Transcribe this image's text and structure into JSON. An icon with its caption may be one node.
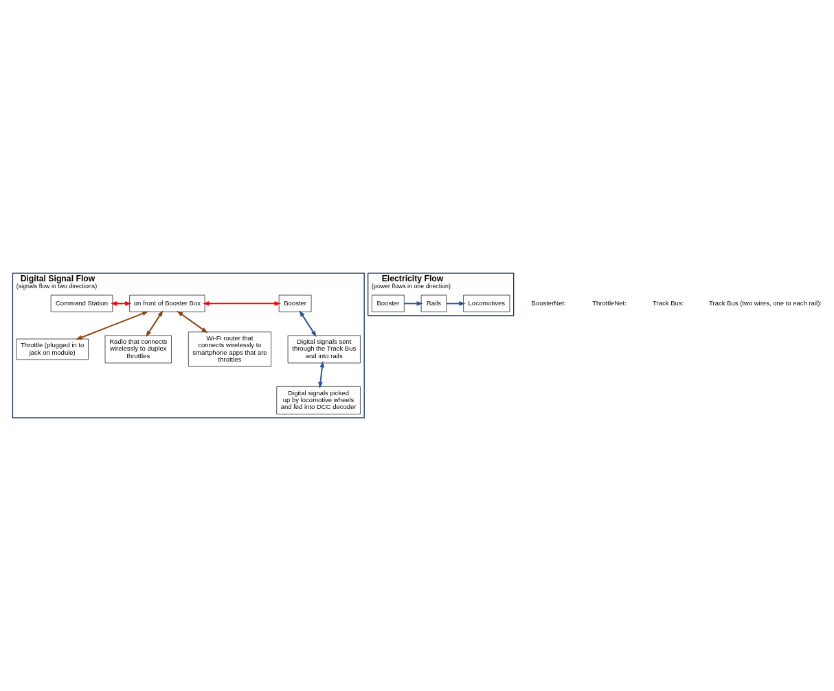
{
  "diagram": {
    "nodes": [
      {
        "text": [
          "Digital Signal Flow",
          "(signals flow in two directions)"
        ]
      },
      {
        "text": [
          "Command Station"
        ],
        "in": 0
      },
      {
        "text": [
          "on front of Booster Box"
        ],
        "in": 0
      },
      {
        "text": [
          "Booster"
        ],
        "in": 0
      },
      {
        "text": [
          "Throttle (plugged in to jack on module)"
        ],
        "in": 0
      },
      {
        "text": [
          "Radio that connects wirelessly to duplex throttles"
        ],
        "in": 0
      },
      {
        "text": [
          "Wi-Fi router that connects wirelessly to smartphone apps that are throttles"
        ],
        "in": 0
      },
      {
        "text": [
          "Digital signals sent through the Track Bus and into rails"
        ],
        "in": 0
      },
      {
        "text": [
          "Digital signals picked up by locomotive wheels and fed into DCC decoder"
        ],
        "in": 0
      },
      {
        "text": [
          "Electricity Flow",
          "(power flows in one direction)"
        ]
      },
      {
        "text": [
          "Booster"
        ],
        "in": 9
      },
      {
        "text": [
          "Rails"
        ],
        "in": 9
      },
      {
        "text": [
          "Locomotives"
        ],
        "in": 9
      }
    ],
    "edges": [
      {
        "from": 1,
        "to": 2,
        "arrow": "both",
        "color": "#ff0000"
      },
      {
        "from": 2,
        "to": 3,
        "arrow": "both",
        "color": "#ff0000"
      },
      {
        "from": 2,
        "to": 4,
        "arrow": "both",
        "color": "#8b4513"
      },
      {
        "from": 2,
        "to": 5,
        "arrow": "both",
        "color": "#8b4513"
      },
      {
        "from": 2,
        "to": 6,
        "arrow": "both",
        "color": "#8b4513"
      },
      {
        "from": 3,
        "to": 7,
        "arrow": "both"
      },
      {
        "from": 7,
        "to": 8,
        "arrow": "both"
      },
      {
        "from": 10,
        "to": 11,
        "arrow": "to"
      },
      {
        "from": 11,
        "to": 12,
        "arrow": "to"
      }
    ],
    "legend": [
      {
        "text": "BoosterNet:"
      },
      {
        "text": "ThrottleNet:"
      },
      {
        "text": "Track Bus:"
      },
      {
        "text": "Track Bus (two wires, one to each rail):"
      }
    ]
  }
}
